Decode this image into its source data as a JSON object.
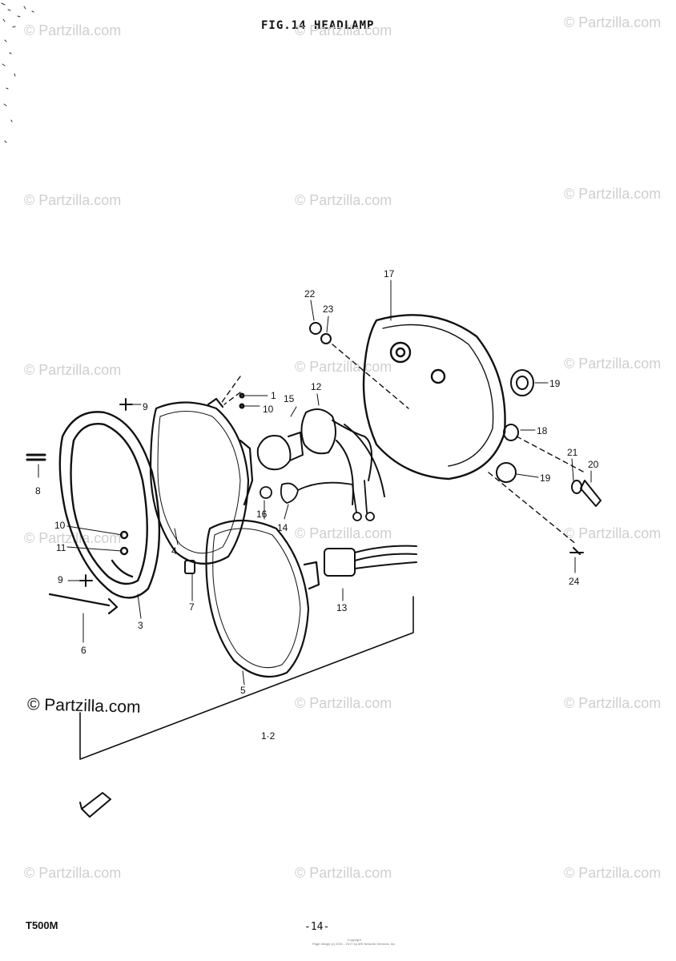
{
  "title": "FIG.14  HEADLAMP",
  "model": "T500M",
  "page_number": "-14-",
  "copyright_lines": [
    "Copyright",
    "Page design (c) 2001 - 2017 by ARI Network Services, Inc."
  ],
  "watermark": "© Partzilla.com",
  "watermark_main": "© Partzilla.com",
  "labels": {
    "l1": "1",
    "l2": "10",
    "l3": "9",
    "l4": "8",
    "l5": "10",
    "l6": "11",
    "l7": "9",
    "l8": "6",
    "l9": "3",
    "l10": "7",
    "l11": "4",
    "l12": "5",
    "l13": "1·2",
    "l14": "15",
    "l15": "12",
    "l16": "16",
    "l17": "14",
    "l18": "13",
    "l19": "17",
    "l20": "22",
    "l21": "23",
    "l22": "19",
    "l23": "18",
    "l24": "19",
    "l25": "21",
    "l26": "20",
    "l27": "24"
  },
  "colors": {
    "ink": "#111111",
    "watermark": "#cfcfcf",
    "background": "#ffffff"
  }
}
